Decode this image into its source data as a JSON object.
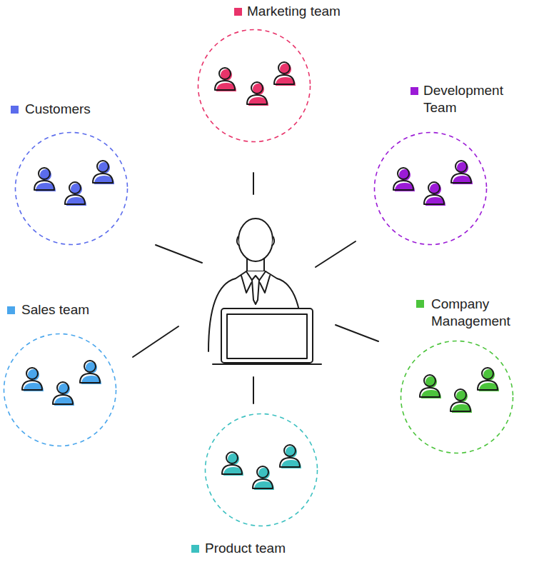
{
  "diagram": {
    "nodes": [
      {
        "text": [
          "Marketing team"
        ]
      },
      {
        "text": [
          "Customers"
        ]
      },
      {
        "text": [
          "Development Team"
        ]
      },
      {
        "text": [
          "Sales team"
        ]
      },
      {
        "text": [
          "Company Management"
        ]
      },
      {
        "text": [
          "Product team"
        ]
      }
    ]
  }
}
